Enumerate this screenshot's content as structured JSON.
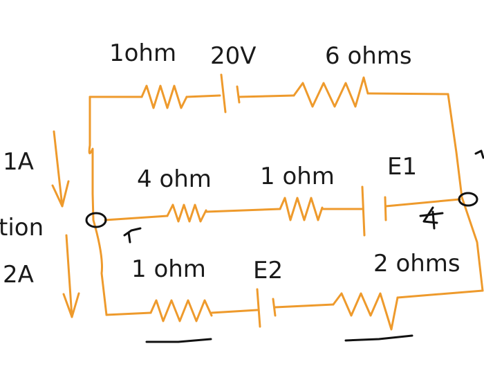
{
  "labels": {
    "r_top_left": "1ohm",
    "v_top": "20V",
    "r_top_right": "6 ohms",
    "r_mid_left": "4 ohm",
    "r_mid_right": "1 ohm",
    "e1": "E1",
    "r_bot_left": "1 ohm",
    "e2": "E2",
    "r_bot_right": "2 ohms",
    "current_upper": "1A",
    "current_lower": "2A",
    "side_text": "tion"
  },
  "colors": {
    "wire": "#ee9a2c",
    "ink": "#111111",
    "text": "#1a1a1a"
  }
}
